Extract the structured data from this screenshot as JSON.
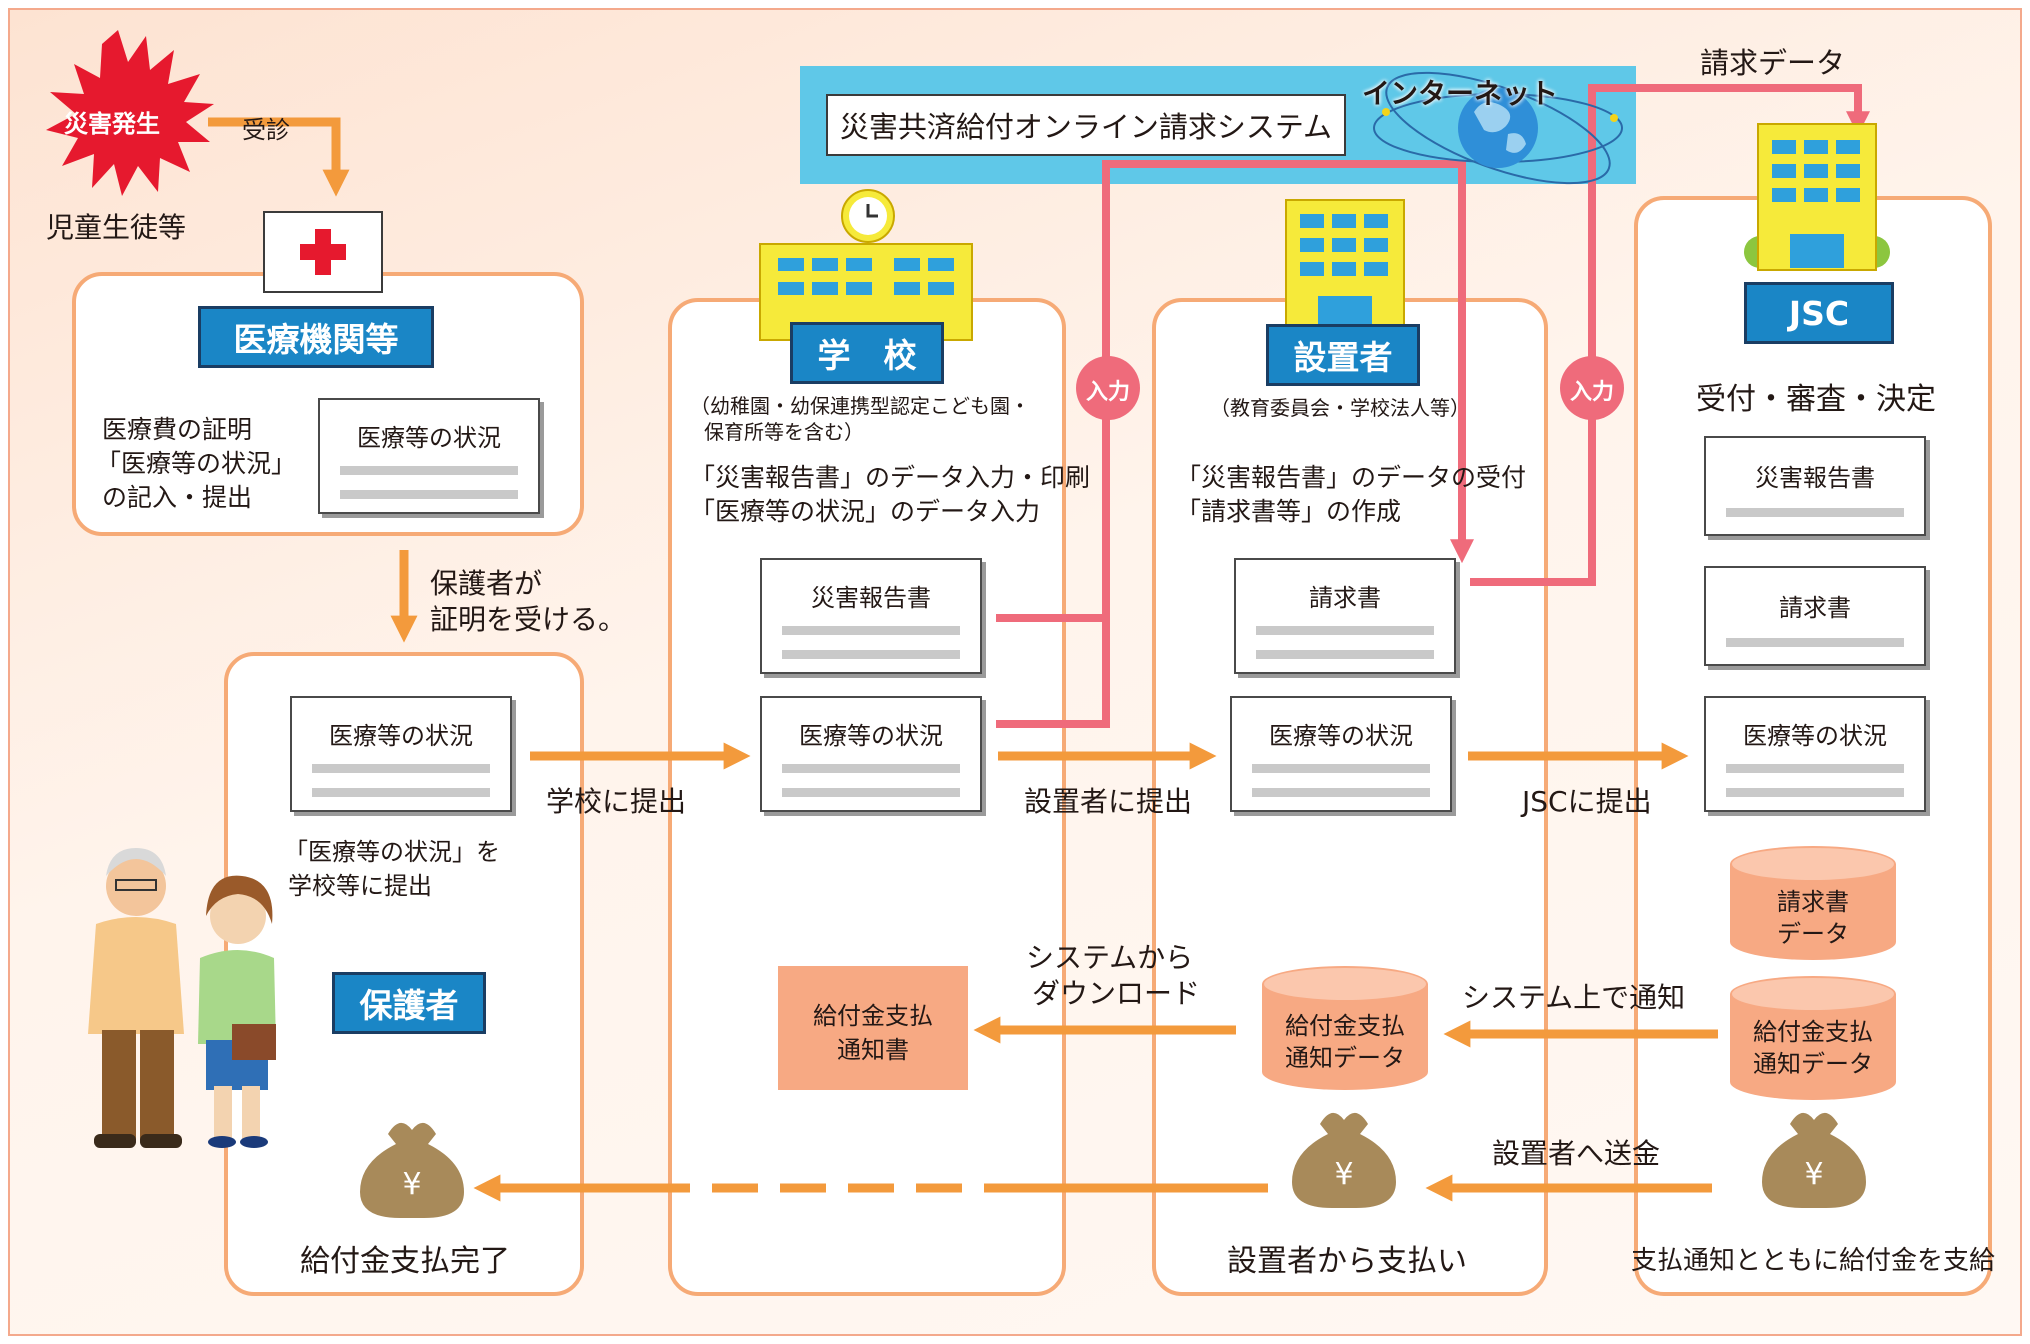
{
  "start": {
    "burst_label": "災害発生",
    "visit_label": "受診",
    "students_label": "児童生徒等"
  },
  "medical": {
    "title": "医療機関等",
    "desc_line1": "医療費の証明",
    "desc_line2": "「医療等の状況」",
    "desc_line3": "の記入・提出",
    "doc_title": "医療等の状況"
  },
  "guardian_step": {
    "line1": "保護者が",
    "line2": "証明を受ける。"
  },
  "guardian": {
    "title": "保護者",
    "doc_title": "医療等の状況",
    "note_line1": "「医療等の状況」を",
    "note_line2": "学校等に提出",
    "paid_label": "給付金支払完了"
  },
  "system": {
    "title": "災害共済給付オンライン請求システム",
    "internet_label": "インターネット",
    "request_data_label": "請求データ"
  },
  "school": {
    "title": "学　校",
    "sub_line1": "（幼稚園・幼保連携型認定こども園・",
    "sub_line2": "保育所等を含む）",
    "task_line1": "「災害報告書」のデータ入力・印刷",
    "task_line2": "「医療等の状況」のデータ入力",
    "doc1": "災害報告書",
    "doc2": "医療等の状況",
    "notice_doc_line1": "給付金支払",
    "notice_doc_line2": "通知書"
  },
  "establisher": {
    "title": "設置者",
    "sub": "（教育委員会・学校法人等）",
    "task_line1": "「災害報告書」のデータの受付",
    "task_line2": "「請求書等」の作成",
    "doc1": "請求書",
    "doc2": "医療等の状況",
    "db_line1": "給付金支払",
    "db_line2": "通知データ",
    "pay_label": "設置者から支払い"
  },
  "jsc": {
    "title": "JSC",
    "process": "受付・審査・決定",
    "doc1": "災害報告書",
    "doc2": "請求書",
    "doc3": "医療等の状況",
    "db1_line1": "請求書",
    "db1_line2": "データ",
    "db2_line1": "給付金支払",
    "db2_line2": "通知データ",
    "pay_label": "支払通知とともに給付金を支給"
  },
  "flows": {
    "submit_school": "学校に提出",
    "submit_establisher": "設置者に提出",
    "submit_jsc": "JSCに提出",
    "input_label": "入力",
    "download_line1": "システムから",
    "download_line2": "ダウンロード",
    "notify_system": "システム上で通知",
    "remit_establisher": "設置者へ送金"
  },
  "icons": {
    "money": "yen-money-bag-icon",
    "hospital": "red-cross-icon",
    "building": "office-building-icon",
    "globe": "globe-icon",
    "people": "guardians-illustration"
  },
  "colors": {
    "panel_border": "#f6aa76",
    "label_blue": "#1a86c6",
    "flow_orange": "#f39a3c",
    "flow_pink": "#ef6b7b",
    "system_band": "#5fc8e8",
    "burst_red": "#e6192e"
  }
}
